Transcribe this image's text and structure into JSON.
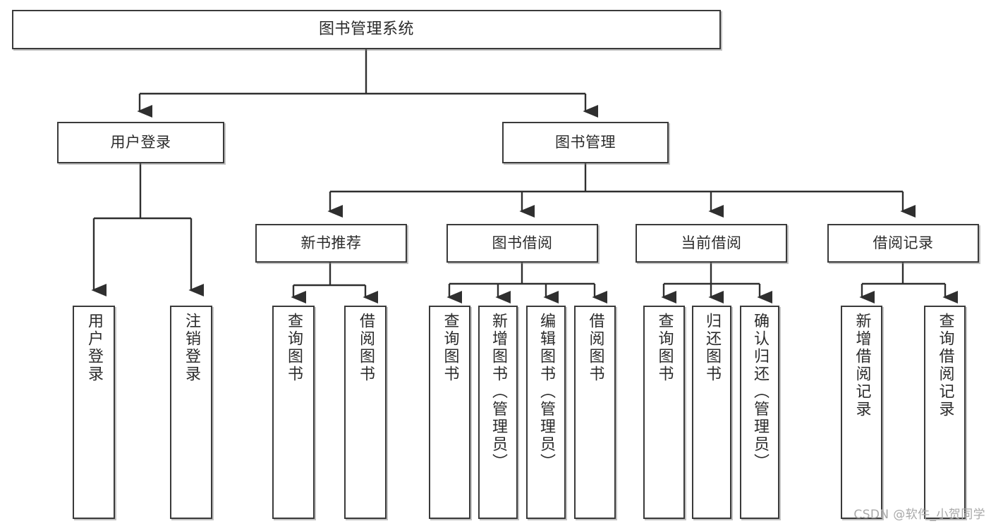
{
  "diagram": {
    "type": "tree",
    "title": "图书管理系统",
    "root": {
      "label": "图书管理系统"
    },
    "level2": [
      {
        "label": "用户登录"
      },
      {
        "label": "图书管理"
      }
    ],
    "level3": [
      {
        "label": "新书推荐"
      },
      {
        "label": "图书借阅"
      },
      {
        "label": "当前借阅"
      },
      {
        "label": "借阅记录"
      }
    ],
    "leaves": {
      "user_login": [
        {
          "label": "用户登录"
        },
        {
          "label": "注销登录"
        }
      ],
      "new_book_recommend": [
        {
          "label": "查询图书"
        },
        {
          "label": "借阅图书"
        }
      ],
      "book_borrow": [
        {
          "label": "查询图书"
        },
        {
          "label": "新增图书（管理员）"
        },
        {
          "label": "编辑图书（管理员）"
        },
        {
          "label": "借阅图书"
        }
      ],
      "current_borrow": [
        {
          "label": "查询图书"
        },
        {
          "label": "归还图书"
        },
        {
          "label": "确认归还（管理员）"
        }
      ],
      "borrow_record": [
        {
          "label": "新增借阅记录"
        },
        {
          "label": "查询借阅记录"
        }
      ]
    }
  },
  "watermark": {
    "text": "CSDN @软件_小贺同学"
  },
  "colors": {
    "stroke": "#3a3a3a",
    "fill": "#ffffff",
    "text": "#2b2b2b",
    "watermark": "#a9a9a9"
  }
}
